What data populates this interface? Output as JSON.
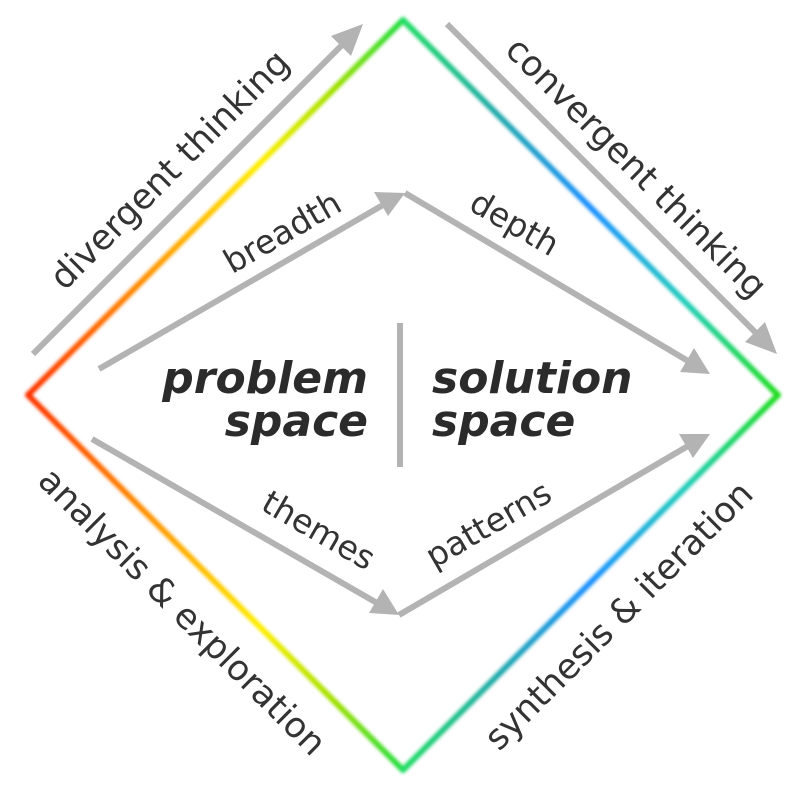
{
  "labels": {
    "divergent": "divergent thinking",
    "convergent": "convergent thinking",
    "analysis": "analysis & exploration",
    "synthesis": "synthesis & iteration",
    "breadth": "breadth",
    "depth": "depth",
    "themes": "themes",
    "patterns": "patterns",
    "problem_line1": "problem",
    "problem_line2": "space",
    "solution_line1": "solution",
    "solution_line2": "space"
  },
  "colors": {
    "arrow": "#b3b3b3",
    "text": "#333333",
    "gradient_left": [
      "#ff3300",
      "#ff9a00",
      "#ffee00",
      "#a5e000",
      "#22dd44"
    ],
    "gradient_right": [
      "#22dd44",
      "#22aaaa",
      "#1e90ff",
      "#22ccbb",
      "#22dd44"
    ]
  }
}
